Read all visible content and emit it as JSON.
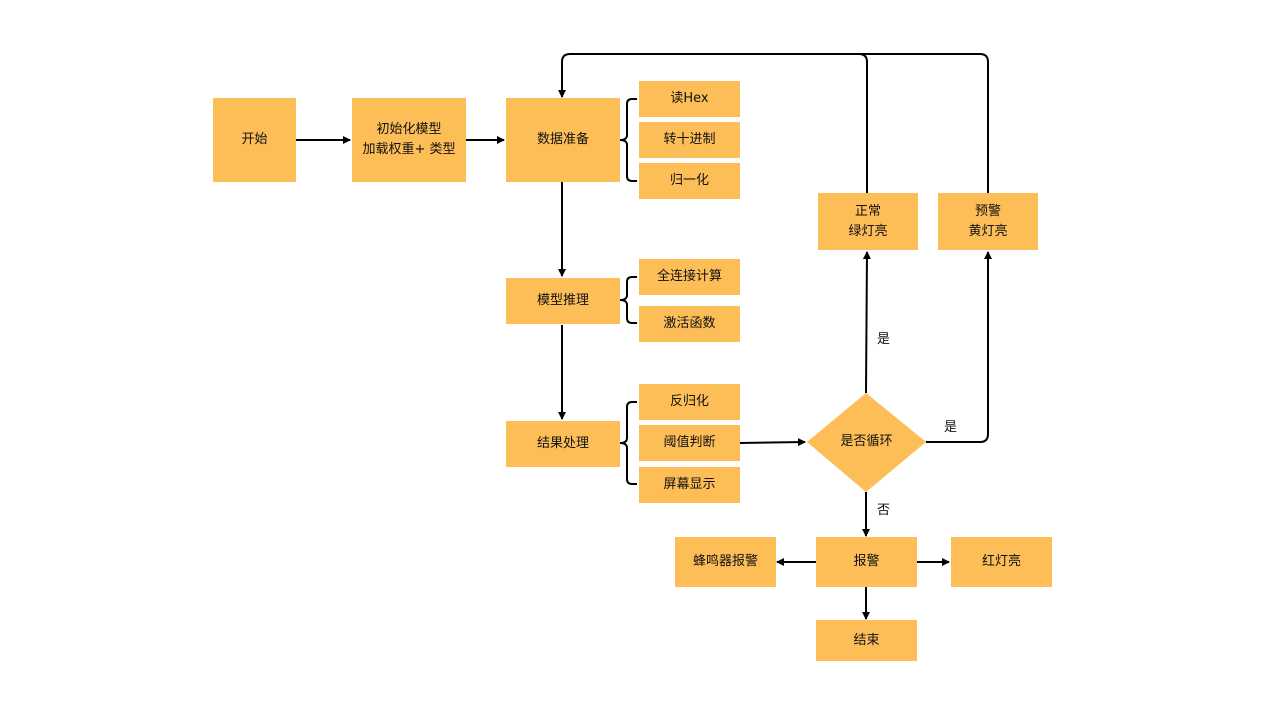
{
  "colors": {
    "node_fill": "#FDBE58",
    "line": "#000000",
    "background": "#FFFFFF"
  },
  "nodes": {
    "start": "开始",
    "init_line1": "初始化模型",
    "init_line2": "加载权重+ 类型",
    "data_prep": "数据准备",
    "read_hex": "读Hex",
    "to_decimal": "转十进制",
    "normalize": "归一化",
    "model_infer": "模型推理",
    "fully_connected": "全连接计算",
    "activation": "激活函数",
    "result_proc": "结果处理",
    "denormalize": "反归化",
    "threshold": "阈值判断",
    "screen": "屏幕显示",
    "loop_decision": "是否循环",
    "normal_line1": "正常",
    "normal_line2": "绿灯亮",
    "warning_line1": "预警",
    "warning_line2": "黄灯亮",
    "alarm": "报警",
    "buzzer": "蜂鸣器报警",
    "red_light": "红灯亮",
    "end": "结束"
  },
  "edge_labels": {
    "yes_up": "是",
    "yes_right": "是",
    "no_down": "否"
  }
}
